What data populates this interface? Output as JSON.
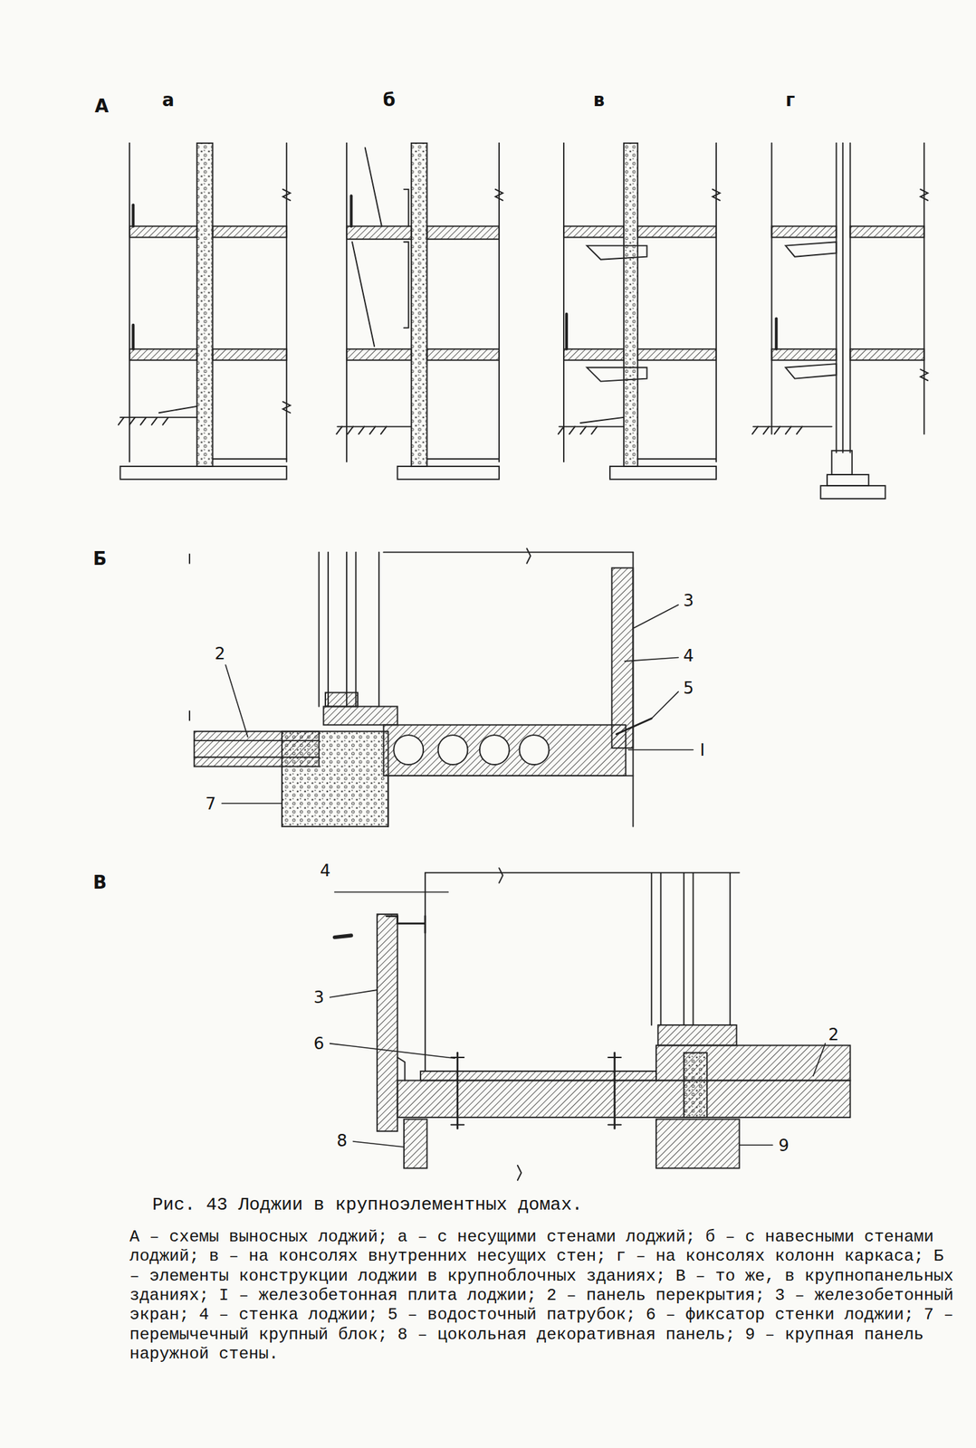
{
  "diagram": {
    "title": "Рис. 43 Лоджии в крупноэлементных домах.",
    "caption": "А – схемы выносных лоджий; а – с несущими стенами лоджий; б – с навесными стенами лоджий; в – на консолях внутренних несущих стен; г – на консолях колонн каркаса; Б – элементы конструкции лоджии в крупноблочных зданиях; В – то же, в крупнопанельных зданиях; I – железобетонная плита лоджии; 2 – панель перекрытия; 3 – железобетонный экран; 4 – стенка лоджии; 5 – водосточный патрубок; 6 – фиксатор стенки лоджии; 7 – перемычечный крупный блок; 8 – цокольная декоративная панель; 9 – крупная панель наружной стены.",
    "labels": [
      "А",
      "а",
      "б",
      "в",
      "г",
      "Б",
      "3",
      "2",
      "4",
      "5",
      "I",
      "7",
      "В",
      "4",
      "3",
      "6",
      "2",
      "8",
      "9"
    ]
  }
}
